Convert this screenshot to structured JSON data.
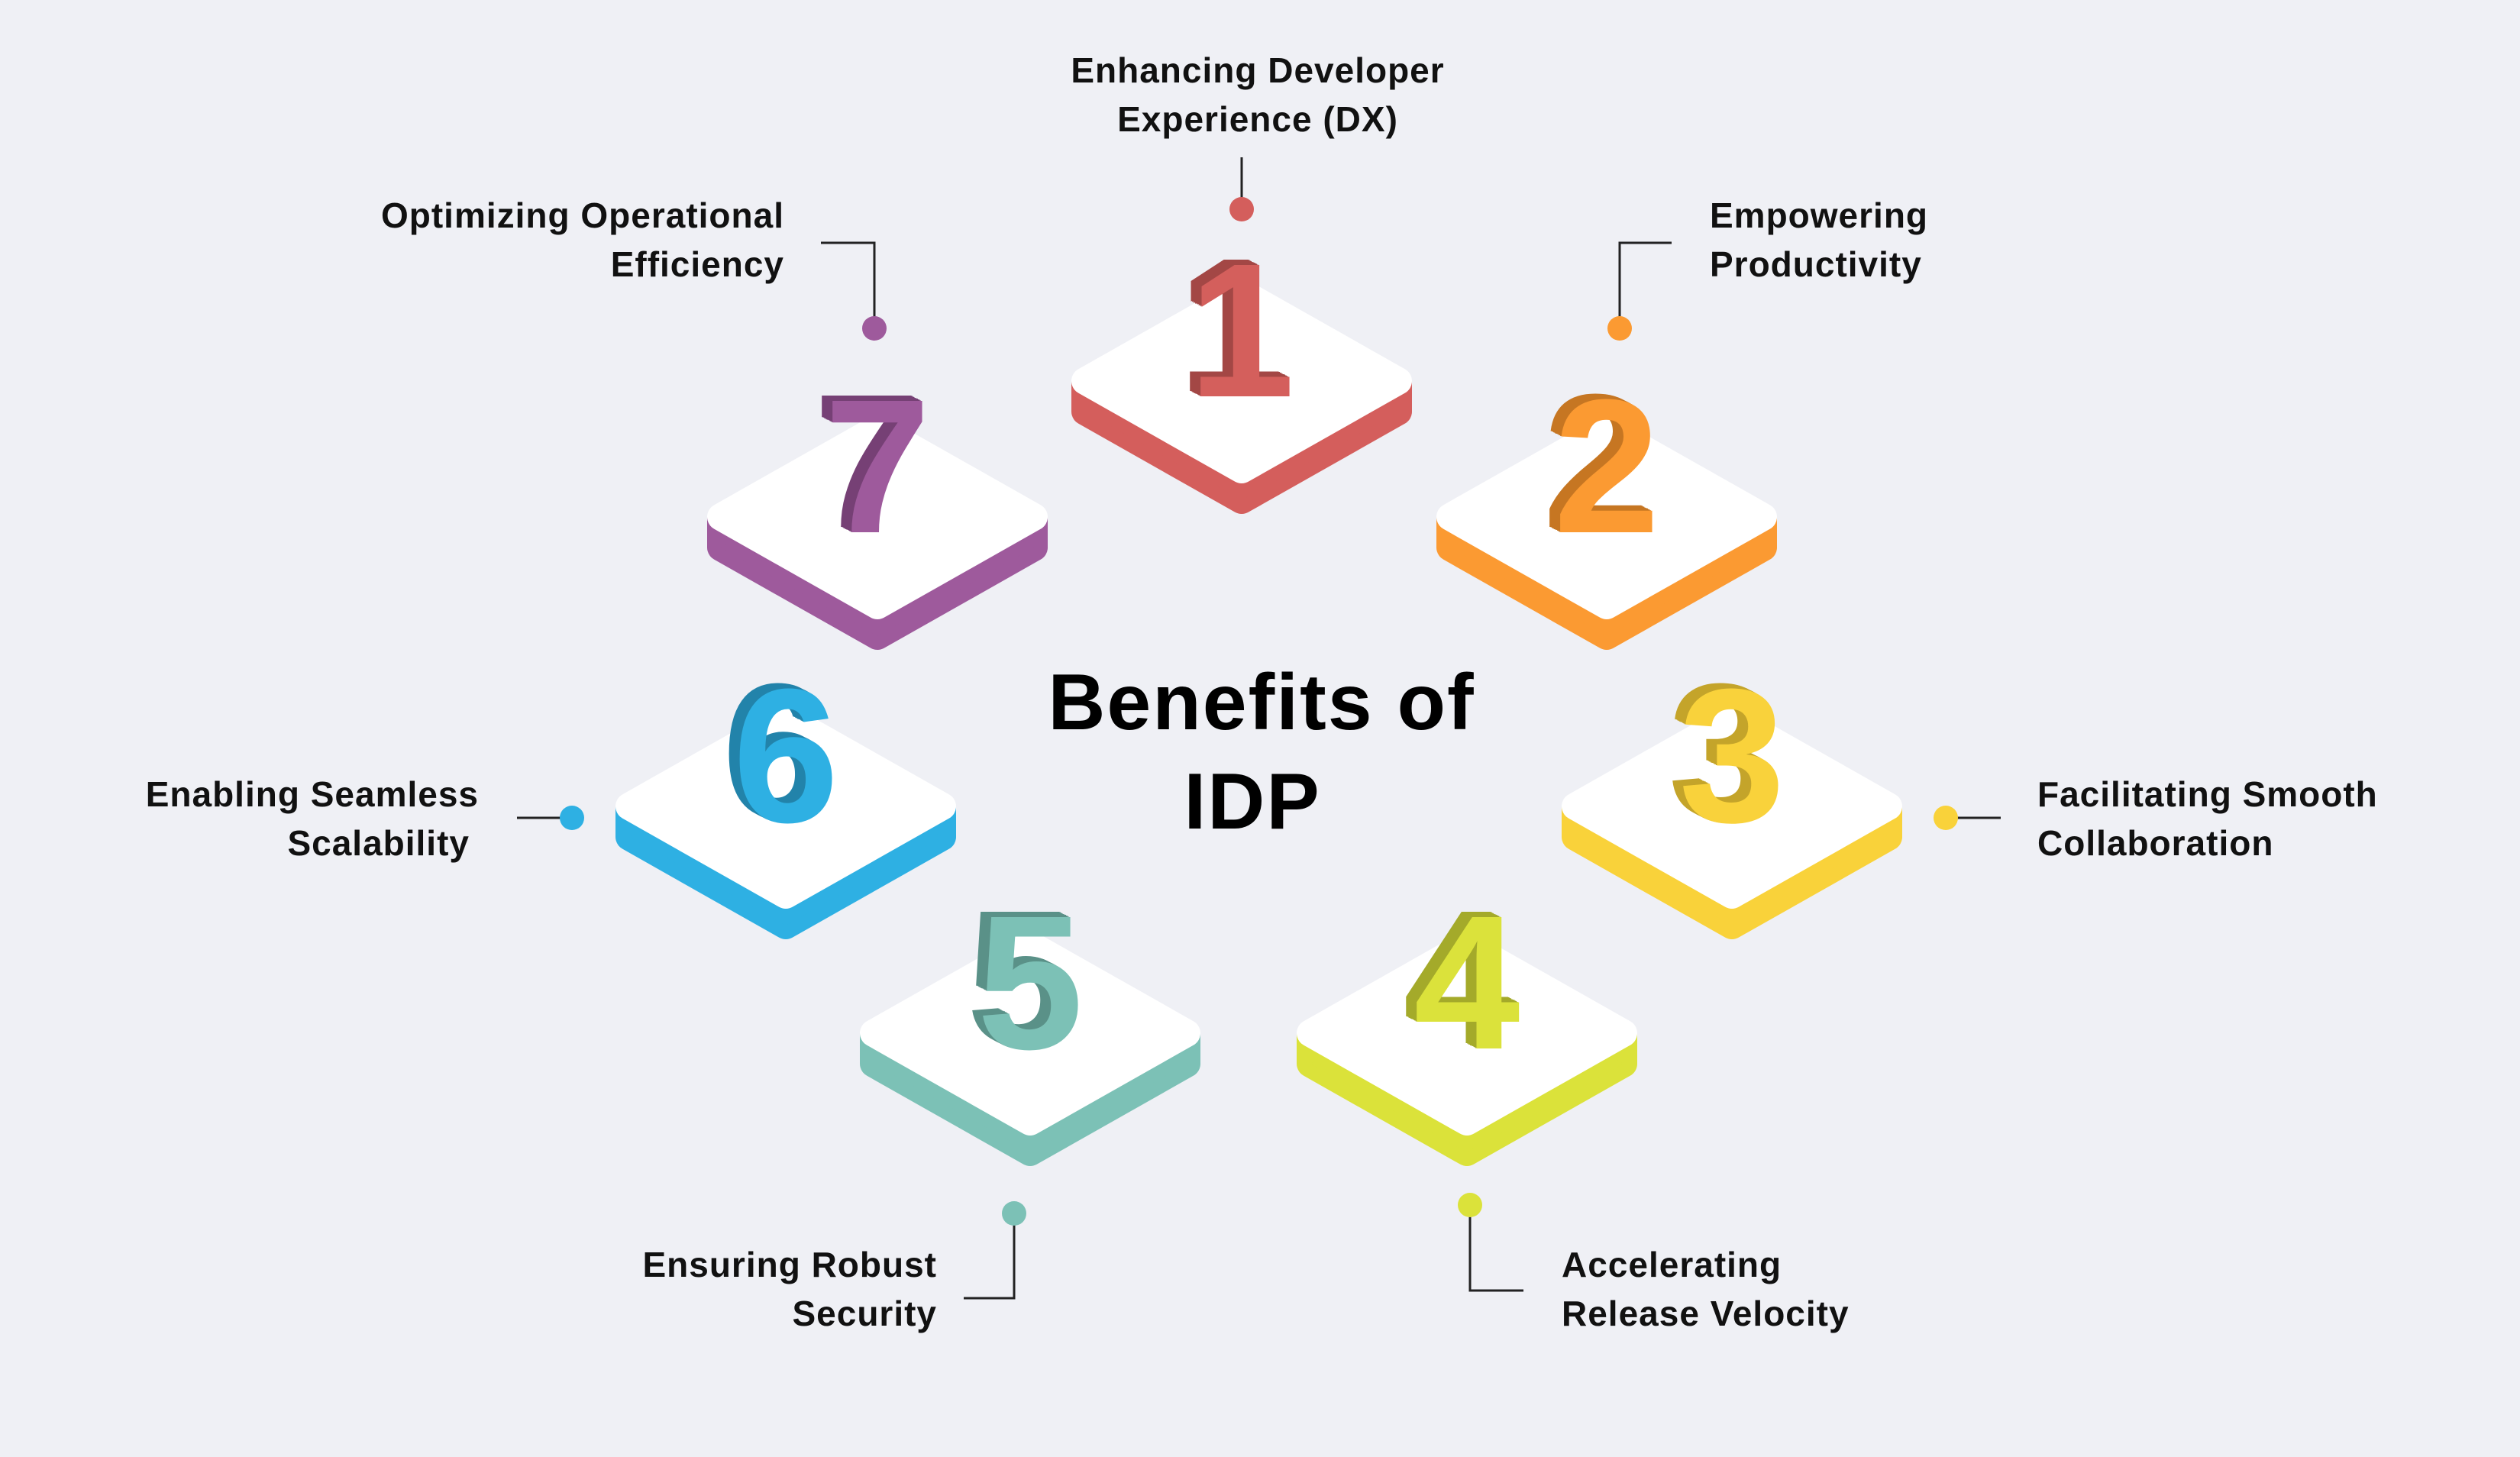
{
  "title": {
    "line1": "Benefits of",
    "line2": "IDP"
  },
  "benefits": [
    {
      "number": "1",
      "line1": "Enhancing Developer",
      "line2": "Experience (DX)",
      "color": "#d45e5c",
      "dark": "#a34644"
    },
    {
      "number": "2",
      "line1": "Empowering",
      "line2": "Productivity",
      "color": "#fb9a32",
      "dark": "#c67622"
    },
    {
      "number": "3",
      "line1": "Facilitating Smooth",
      "line2": "Collaboration",
      "color": "#f9d23a",
      "dark": "#c4a42a"
    },
    {
      "number": "4",
      "line1": "Accelerating",
      "line2": "Release Velocity",
      "color": "#dbe23a",
      "dark": "#a4aa2a"
    },
    {
      "number": "5",
      "line1": "Ensuring Robust",
      "line2": "Security",
      "color": "#7cc1b6",
      "dark": "#5a9188"
    },
    {
      "number": "6",
      "line1": "Enabling Seamless",
      "line2": "Scalability",
      "color": "#2eb0e3",
      "dark": "#2283aa"
    },
    {
      "number": "7",
      "line1": "Optimizing Operational",
      "line2": "Efficiency",
      "color": "#9e5a9c",
      "dark": "#763f74"
    }
  ]
}
